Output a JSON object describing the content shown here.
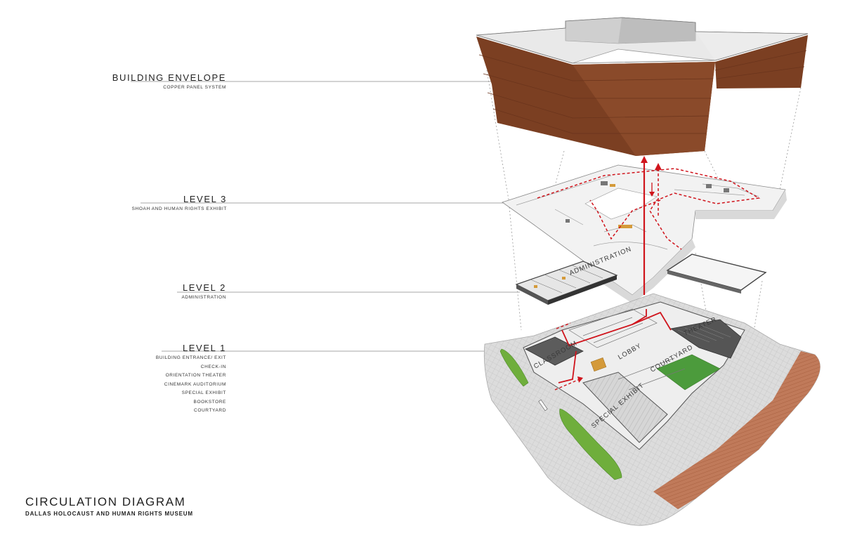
{
  "diagram": {
    "layers": [
      {
        "title": "BUILDING ENVELOPE",
        "details": [
          "COPPER PANEL SYSTEM"
        ]
      },
      {
        "title": "LEVEL 3",
        "details": [
          "SHOAH AND HUMAN RIGHTS EXHIBIT"
        ]
      },
      {
        "title": "LEVEL 2",
        "details": [
          "ADMINISTRATION"
        ]
      },
      {
        "title": "LEVEL 1",
        "details": [
          "BUILDING ENTRANCE/ EXIT",
          "CHECK-IN",
          "ORIENTATION THEATER",
          "CINEMARK AUDITORIUM",
          "SPECIAL EXHIBIT",
          "BOOKSTORE",
          "COURTYARD"
        ]
      }
    ],
    "rooms": [
      "ADMINISTRATION",
      "CLASSROOM",
      "LOBBY",
      "COURTYARD",
      "THEATER",
      "SPECIAL EXHIBIT"
    ],
    "footer": {
      "title": "CIRCULATION DIAGRAM",
      "subtitle": "DALLAS HOLOCAUST AND HUMAN RIGHTS MUSEUM"
    },
    "colors": {
      "copper": "#7a3e22",
      "circulation": "#d0141c",
      "courtyard": "#4c9b3c",
      "landscape": "#6fae3c",
      "paving": "#c8c8c8",
      "leader": "#888888"
    }
  }
}
